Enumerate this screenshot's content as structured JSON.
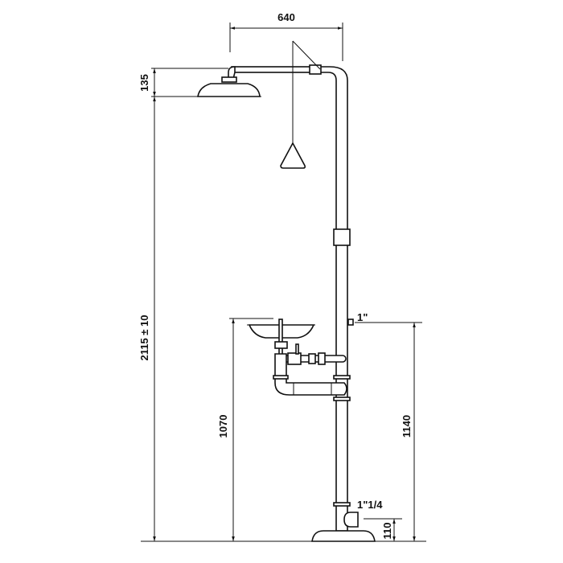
{
  "dimensions": {
    "arm_length": "640",
    "head_height": "135",
    "total_height": "2115 ± 10",
    "bowl_height": "1070",
    "inlet_height": "1140",
    "outlet_height": "110",
    "inlet_size": "1\"",
    "outlet_size": "1\"1/4"
  },
  "colors": {
    "line": "#111111",
    "background": "#ffffff"
  }
}
